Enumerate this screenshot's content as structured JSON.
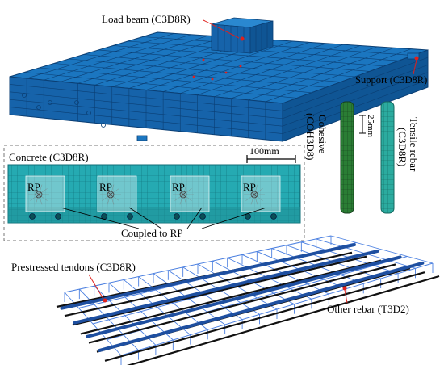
{
  "labels": {
    "load_beam": "Load beam (C3D8R)",
    "support": "Support (C3D8R)",
    "concrete": "Concrete (C3D8R)",
    "scale": "100mm",
    "rp": "RP",
    "coupled": "Coupled to RP",
    "cohesive_line1": "Cohesive",
    "cohesive_line2": "(COH3D8)",
    "tensile_line1": "Tensile rebar",
    "tensile_line2": "(C3D8R)",
    "dim_25": "25mm",
    "prestressed": "Prestressed tendons (C3D8R)",
    "other_rebar": "Other rebar (T3D2)"
  },
  "colors": {
    "beam_blue": "#1b76c0",
    "beam_dark": "#0d4f8e",
    "mesh_teal": "#24a8b0",
    "cohesive_green": "#2f7d3a",
    "rebar_teal": "#2aa19a",
    "cage_blue": "#4a7fe0",
    "tendon_blue": "#1e4fa0",
    "rebar_black": "#111111",
    "marker_red": "#e0201c"
  }
}
